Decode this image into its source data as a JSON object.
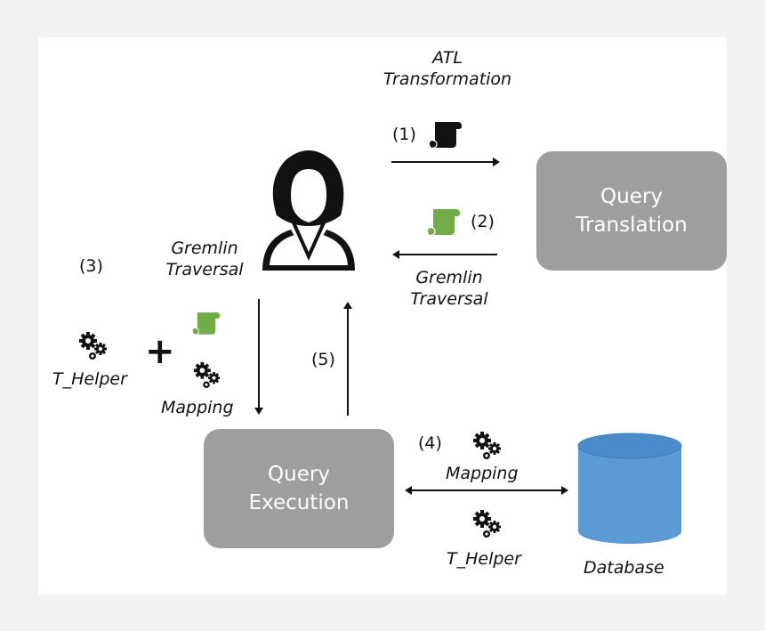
{
  "diagram": {
    "atl_transformation": [
      "ATL",
      "Transformation"
    ],
    "step1": "(1)",
    "step2": "(2)",
    "step3": "(3)",
    "step4": "(4)",
    "step5": "(5)",
    "gremlin_traversal_top": [
      "Gremlin",
      "Traversal"
    ],
    "gremlin_traversal_left": [
      "Gremlin",
      "Traversal"
    ],
    "query_translation": [
      "Query",
      "Translation"
    ],
    "query_execution": [
      "Query",
      "Execution"
    ],
    "t_helper_left": "T_Helper",
    "t_helper_bottom": "T_Helper",
    "mapping_left": "Mapping",
    "mapping_bottom": "Mapping",
    "plus": "+",
    "database": "Database",
    "colors": {
      "box_fill": "#9e9e9e",
      "scroll_black": "#111111",
      "scroll_green": "#70ad47",
      "database_fill": "#5b9bd5",
      "database_top": "#4a8bc9"
    },
    "icons": [
      "person-icon",
      "scroll-icon",
      "gears-icon",
      "database-icon"
    ]
  }
}
